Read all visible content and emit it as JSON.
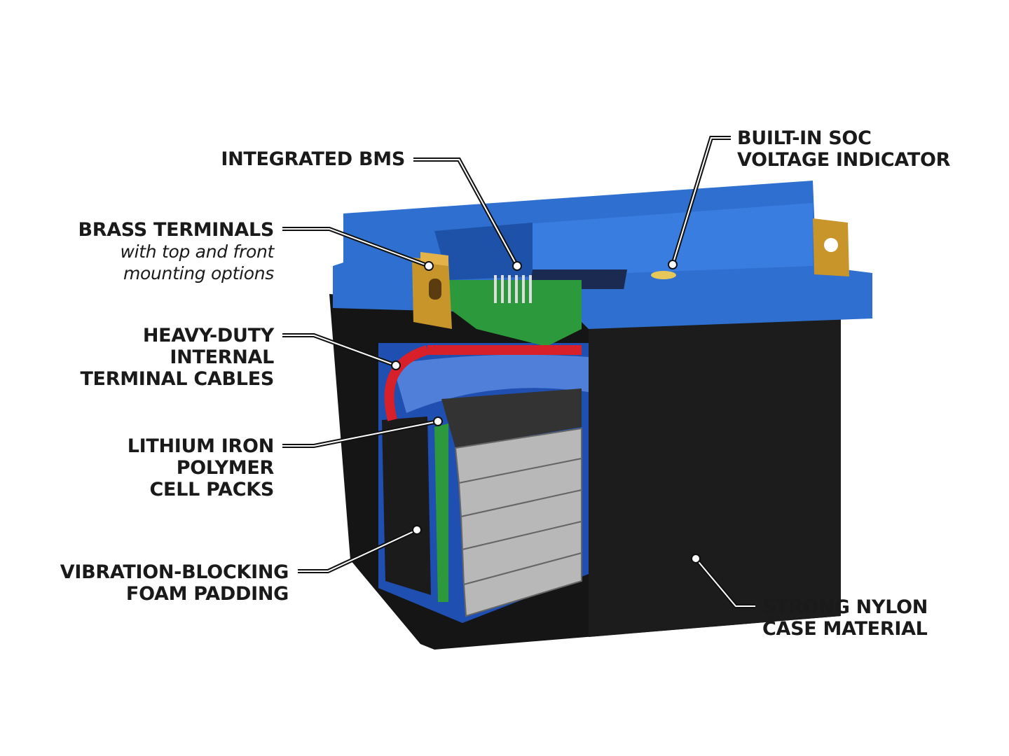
{
  "labels": {
    "bms": [
      "INTEGRATED BMS"
    ],
    "soc": [
      "BUILT-IN SOC",
      "VOLTAGE INDICATOR"
    ],
    "brass": {
      "title": "BRASS TERMINALS",
      "sub": [
        "with top and front",
        "mounting options"
      ]
    },
    "cables": [
      "HEAVY-DUTY",
      "INTERNAL",
      "TERMINAL CABLES"
    ],
    "cells": [
      "LITHIUM IRON",
      "POLYMER",
      "CELL PACKS"
    ],
    "foam": [
      "VIBRATION-BLOCKING",
      "FOAM PADDING"
    ],
    "case": [
      "STRONG NYLON",
      "CASE MATERIAL"
    ]
  },
  "colors": {
    "lid": "#2f6fd0",
    "case": "#161616",
    "terminal": "#c8952a",
    "pcb": "#2c9a3c",
    "cable": "#d8202a",
    "cells": "#b9b9b9"
  }
}
